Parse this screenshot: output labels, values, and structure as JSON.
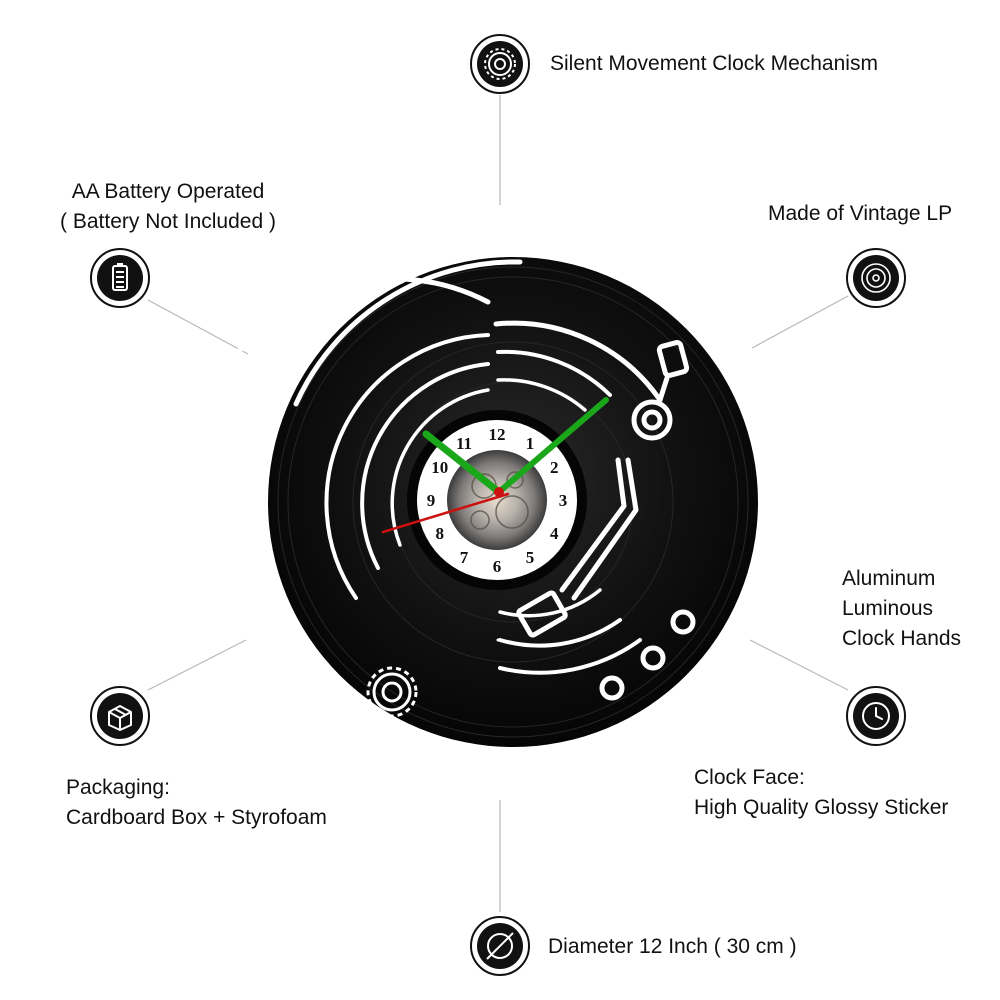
{
  "features": {
    "movement": "Silent Movement Clock Mechanism",
    "battery": [
      "AA Battery Operated",
      "( Battery Not Included )"
    ],
    "vintage": "Made of Vintage LP",
    "hands": [
      "Aluminum",
      "Luminous",
      "Clock Hands"
    ],
    "packaging": [
      "Packaging:",
      "Cardboard Box + Styrofoam"
    ],
    "face": [
      "Clock Face:",
      "High Quality Glossy Sticker"
    ],
    "diameter": "Diameter 12 Inch ( 30 cm )"
  },
  "clock": {
    "numerals": [
      "12",
      "1",
      "2",
      "3",
      "4",
      "5",
      "6",
      "7",
      "8",
      "9",
      "10",
      "11"
    ]
  },
  "icons": [
    "gear-icon",
    "battery-icon",
    "vinyl-record-icon",
    "box-icon",
    "clock-icon",
    "diameter-icon"
  ],
  "colors": {
    "record": "#0b0b0b",
    "cutout": "#ffffff",
    "hands": "#1aa71a",
    "second_hand": "#cc1111",
    "icon_ring": "#111111",
    "leader_line": "#b8b8b8"
  }
}
